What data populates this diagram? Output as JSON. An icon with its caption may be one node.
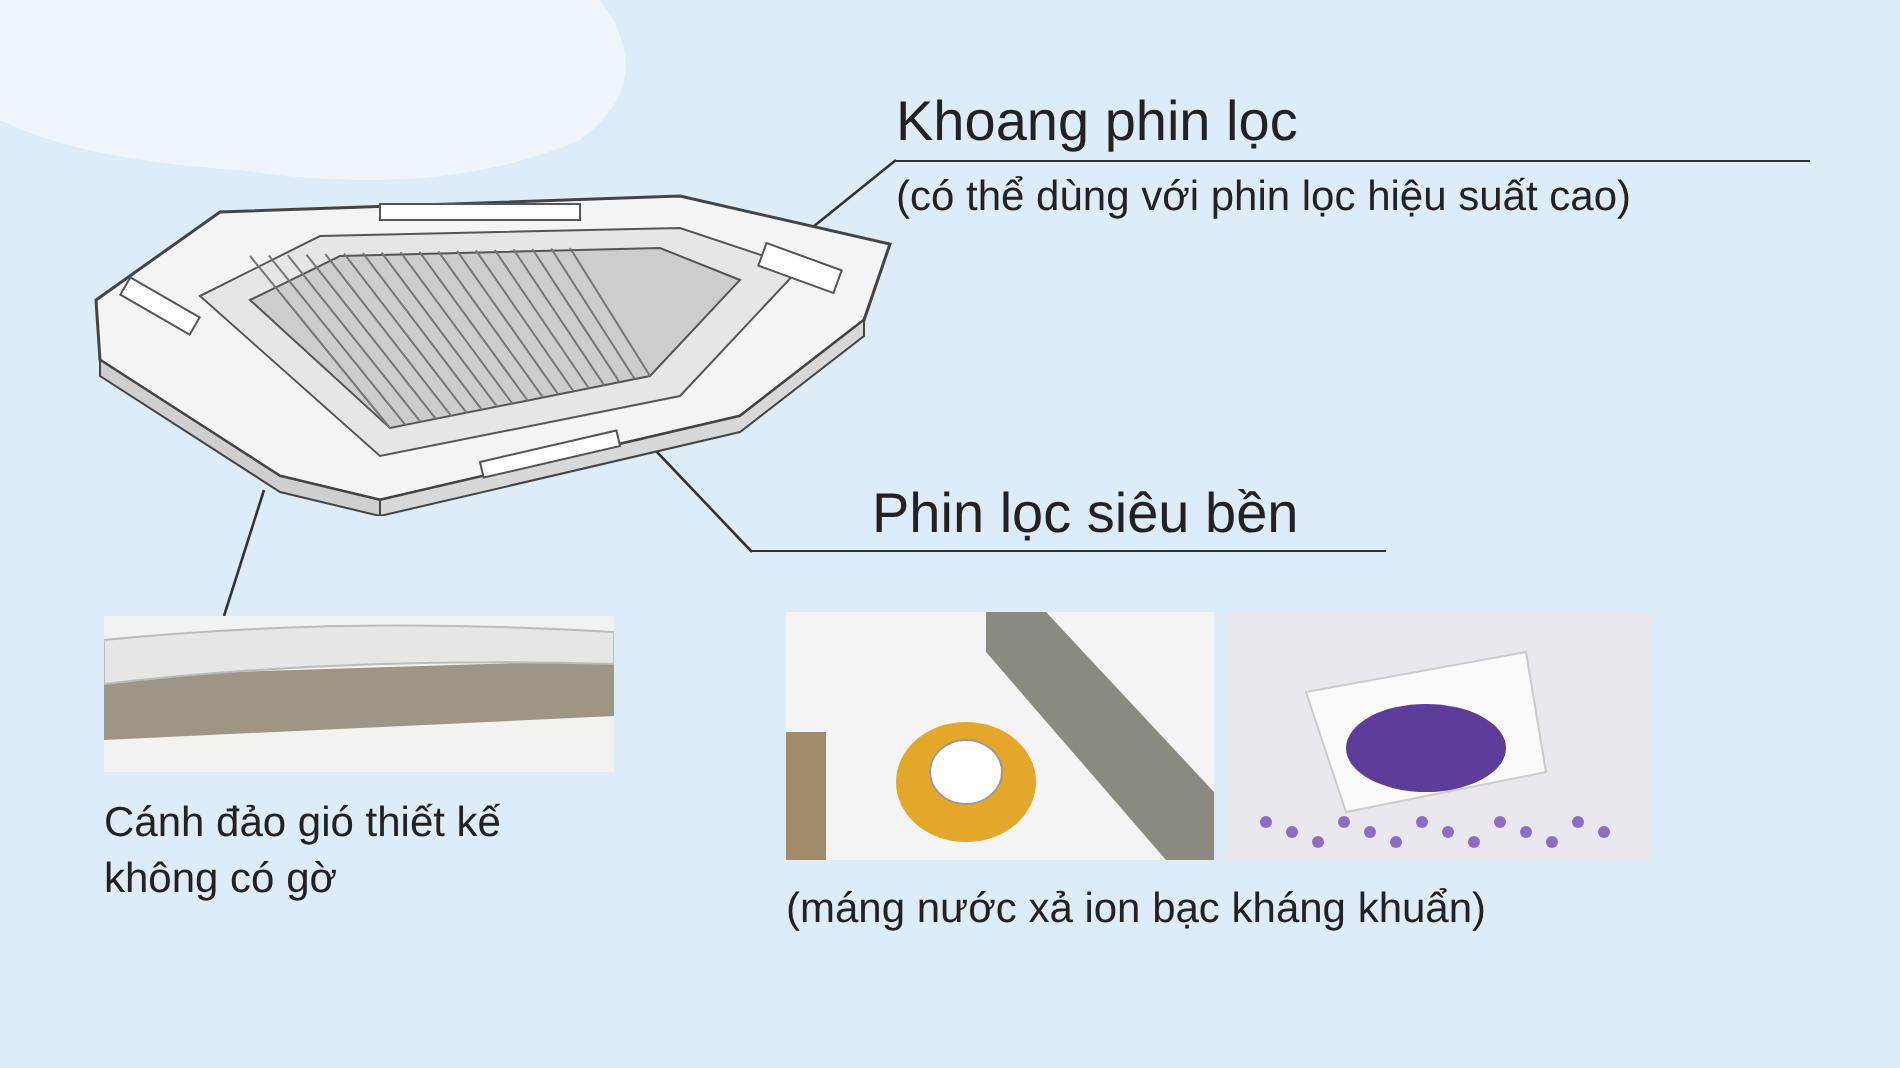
{
  "diagram": {
    "nodes": [
      {
        "text": [],
        "shape": "picture"
      },
      {
        "text": [
          "Khoang phin lọc",
          "(có thể dùng với phin lọc hiệu suất cao)"
        ]
      },
      {
        "text": [
          "Phin lọc siêu bền"
        ]
      },
      {
        "text": [],
        "shape": "picture",
        "beside": [
          "Cánh đảo gió thiết kế không có gờ"
        ]
      },
      {
        "text": [],
        "shape": "picture"
      },
      {
        "text": [],
        "shape": "picture"
      }
    ],
    "edges": [
      {
        "from": 1,
        "to": 0,
        "arrow": "none"
      },
      {
        "from": 2,
        "to": 0,
        "arrow": "none"
      },
      {
        "from": 0,
        "to": 3,
        "arrow": "none"
      }
    ],
    "labels": [
      "(máng nước xả ion bạc kháng khuẩn)"
    ]
  }
}
